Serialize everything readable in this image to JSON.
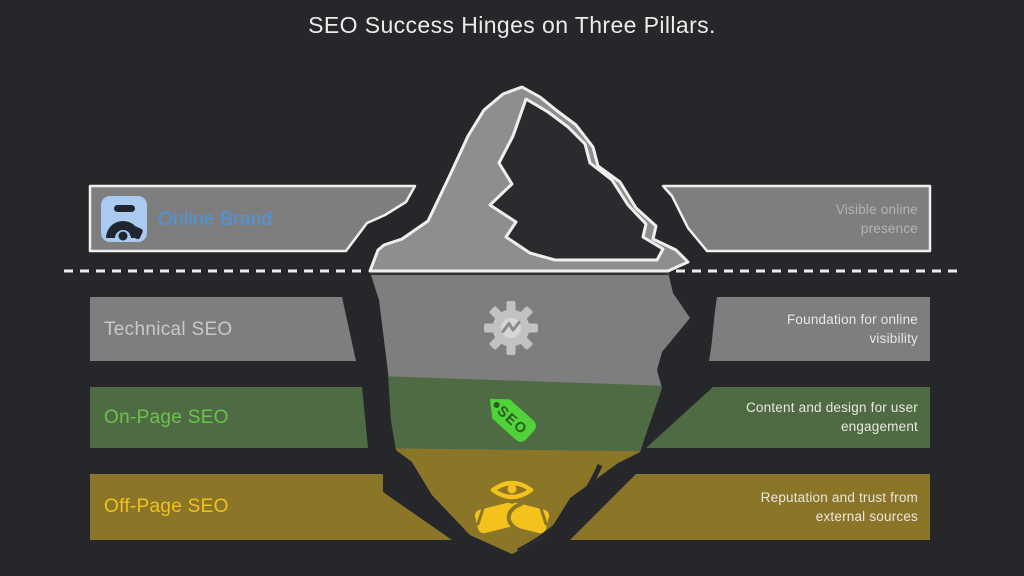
{
  "title": "SEO Success Hinges on Three Pillars.",
  "seo_tag_label": "SEO",
  "pillars": [
    {
      "label": "Online Brand",
      "description": "Visible online presence",
      "icon": "briefcase-gauge-icon",
      "label_color": "#4896e5",
      "band_color": "#7e7e7e"
    },
    {
      "label": "Technical SEO",
      "description": "Foundation for online visibility",
      "icon": "gear-icon",
      "label_color": "#cbc9c5",
      "band_color": "#7e7e7e"
    },
    {
      "label": "On-Page SEO",
      "description": "Content and design for user engagement",
      "icon": "seo-tag-icon",
      "label_color": "#6cc24e",
      "band_color": "#4f6b43"
    },
    {
      "label": "Off-Page SEO",
      "description": "Reputation and trust from external sources",
      "icon": "handshake-eye-icon",
      "label_color": "#f0c31d",
      "band_color": "#8b7527"
    }
  ],
  "colors": {
    "background": "#26272b",
    "iceberg_above_water": "#8e8e8e",
    "iceberg_outline": "#f0efed",
    "waterline_dash": "#ececec",
    "seo_tag_green": "#4fd339",
    "trust_gold": "#f4c31b",
    "brand_icon_blue": "#a9cbf1"
  }
}
